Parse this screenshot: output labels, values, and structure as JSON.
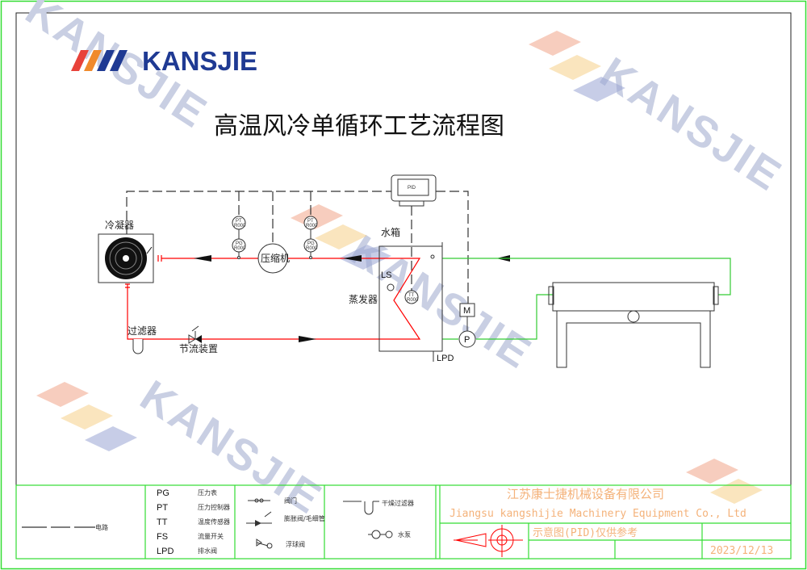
{
  "logo": {
    "text": "KANSJIE"
  },
  "title": "高温风冷单循环工艺流程图",
  "watermark": "KANSJIE",
  "components": {
    "condenser": "冷凝器",
    "compressor": "压缩机",
    "tank": "水箱",
    "evaporator": "蒸发器",
    "filter": "过滤器",
    "throttle": "节流装置",
    "pid": "PID",
    "ls": "LS",
    "lpd": "LPD",
    "pt": "PT",
    "pg": "PG",
    "tt": "TT",
    "gauge_value": "R000",
    "motor": "M",
    "pump": "P"
  },
  "legend": {
    "circuit_label": "电路",
    "abbreviations": [
      {
        "code": "PG",
        "desc": "压力表"
      },
      {
        "code": "PT",
        "desc": "压力控制器"
      },
      {
        "code": "TT",
        "desc": "温度传感器"
      },
      {
        "code": "FS",
        "desc": "流量开关"
      },
      {
        "code": "LPD",
        "desc": "排水阀"
      }
    ],
    "symbols": [
      "阀门",
      "膨胀阀/毛细管",
      "浮球阀",
      "干燥过滤器",
      "水泵"
    ]
  },
  "title_block": {
    "company_cn": "江苏康士捷机械设备有限公司",
    "company_en": "Jiangsu kangshijie Machinery Equipment Co., Ltd",
    "note": "示意图(PID)仅供参考",
    "date": "2023/12/13"
  },
  "colors": {
    "refrigerant": "#ff0000",
    "water": "#33cc33",
    "brand": "#1f3a93",
    "accent": "#f4b27a"
  }
}
